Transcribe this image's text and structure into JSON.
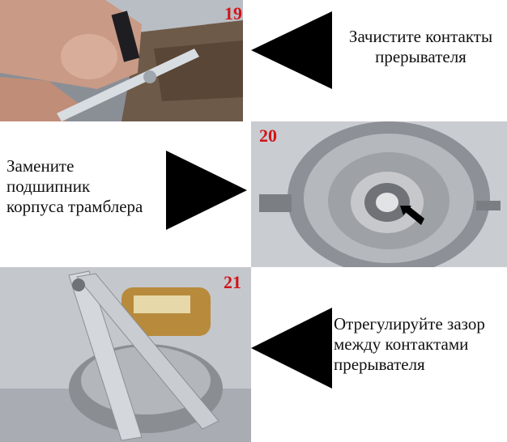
{
  "steps": [
    {
      "number": "19",
      "caption_lines": [
        "Зачистите контакты",
        "прерывателя"
      ]
    },
    {
      "number": "20",
      "caption_lines": [
        "Замените",
        "подшипник",
        "корпуса трамблера"
      ]
    },
    {
      "number": "21",
      "caption_lines": [
        "Отрегулируйте зазор",
        "между контактами",
        "прерывателя"
      ]
    }
  ],
  "colors": {
    "step_number": "#d0141a",
    "pointer": "#000000",
    "text": "#111111"
  }
}
